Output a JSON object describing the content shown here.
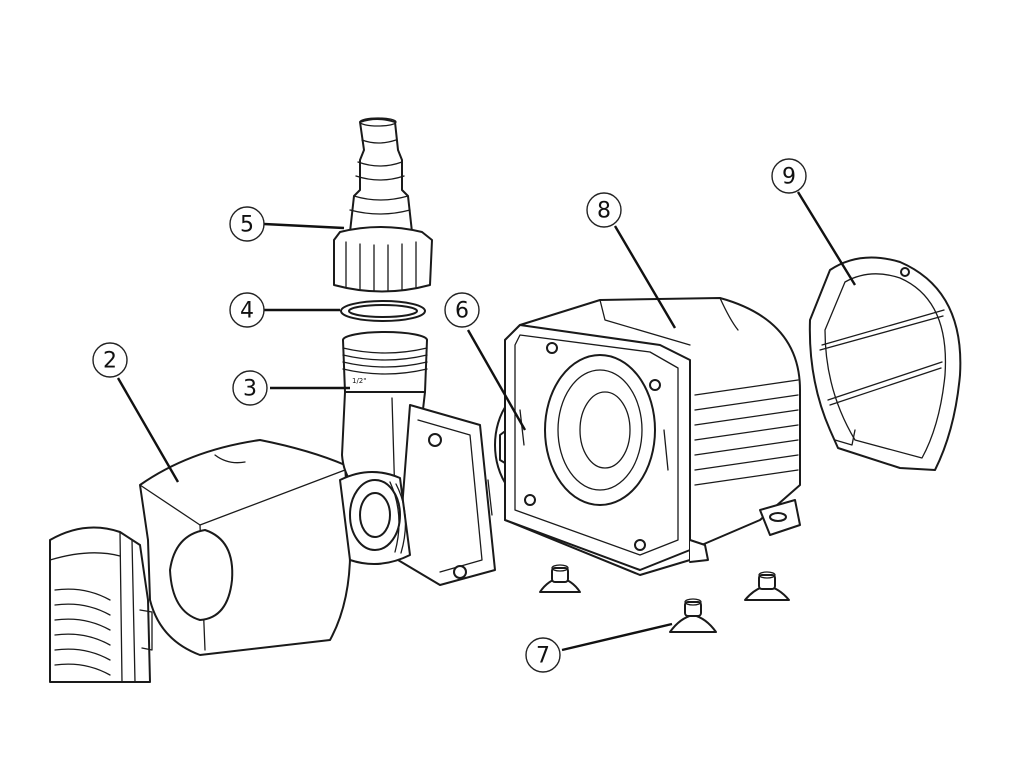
{
  "diagram": {
    "callouts": [
      {
        "label": "2"
      },
      {
        "label": "3"
      },
      {
        "label": "4"
      },
      {
        "label": "5"
      },
      {
        "label": "6"
      },
      {
        "label": "7"
      },
      {
        "label": "8"
      },
      {
        "label": "9"
      }
    ],
    "part_marking": "1/2\""
  }
}
